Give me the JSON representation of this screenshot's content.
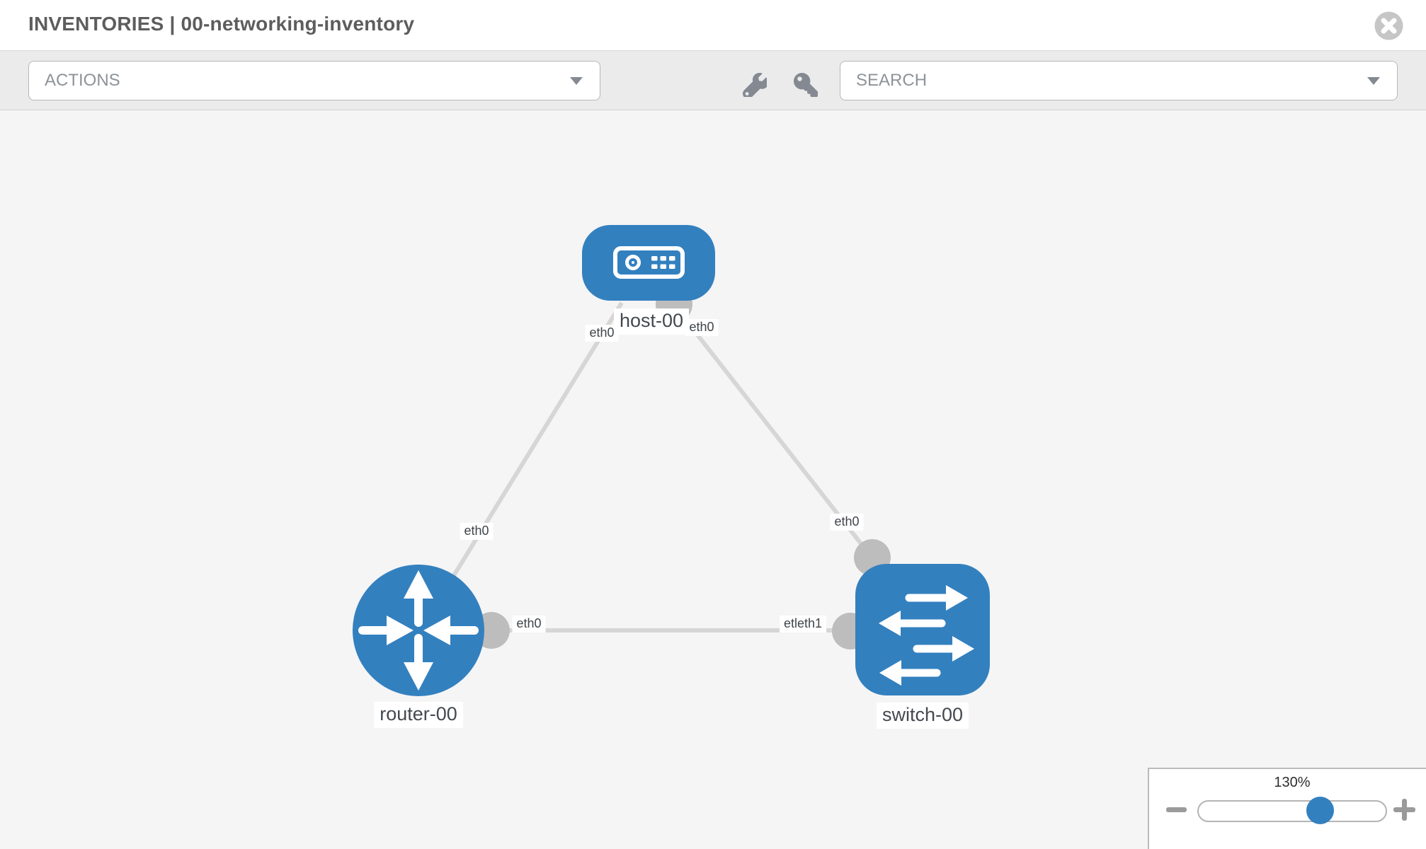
{
  "header": {
    "title": "INVENTORIES | 00-networking-inventory"
  },
  "toolbar": {
    "actions_placeholder": "ACTIONS",
    "search_placeholder": "SEARCH",
    "icons": [
      "wrench-icon",
      "key-icon",
      "caret-down-icon"
    ]
  },
  "topology": {
    "nodes": [
      {
        "name": "host-00",
        "type": "host"
      },
      {
        "name": "router-00",
        "type": "router"
      },
      {
        "name": "switch-00",
        "type": "switch"
      }
    ],
    "links": [
      {
        "from": "host-00",
        "to": "router-00",
        "from_interface": "eth0",
        "to_interface": "eth0"
      },
      {
        "from": "host-00",
        "to": "switch-00",
        "from_interface": "eth0",
        "to_interface": "eth0"
      },
      {
        "from": "router-00",
        "to": "switch-00",
        "from_interface": "eth0",
        "to_interface_label": "etleth1"
      }
    ],
    "labels": {
      "host": "host-00",
      "router": "router-00",
      "switch": "switch-00",
      "host_router_host_end": "eth0",
      "host_router_router_end": "eth0",
      "host_switch_host_end": "eth0",
      "host_switch_switch_end": "eth0",
      "router_switch_router_end": "eth0",
      "router_switch_switch_end": "etleth1"
    }
  },
  "zoom_control": {
    "level": "130%"
  },
  "colors": {
    "node_blue": "#3380bf",
    "canvas_bg": "#f5f5f5",
    "link_gray": "#d6d6d6",
    "connector_gray": "#bdbdbd",
    "icon_gray": "#848992",
    "toolbar_bg": "#ebebeb"
  }
}
